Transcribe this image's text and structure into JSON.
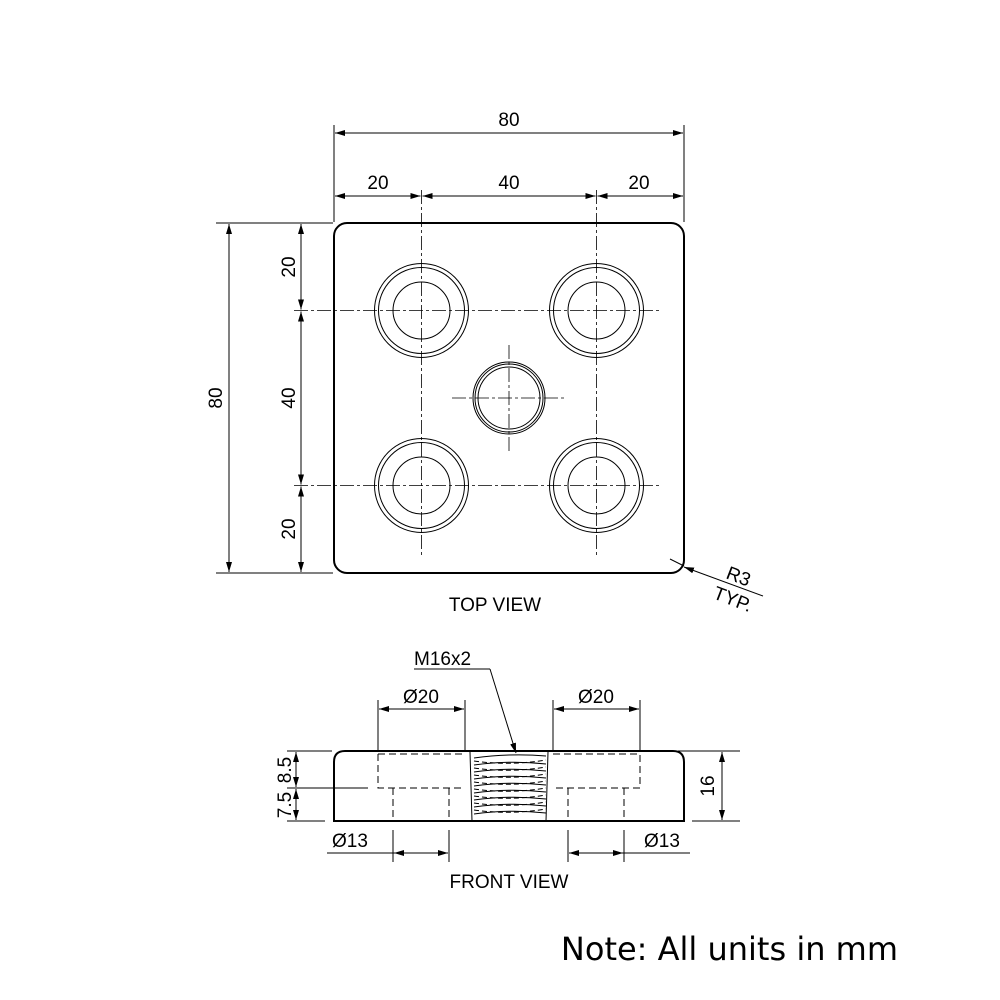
{
  "top_view": {
    "label": "TOP VIEW",
    "dim_overall_width": "80",
    "dim_left": "20",
    "dim_middle": "40",
    "dim_right": "20",
    "dim_overall_height": "80",
    "dim_top": "20",
    "dim_center": "40",
    "dim_bottom": "20",
    "radius_label": "R3",
    "radius_note": "TYP."
  },
  "front_view": {
    "label": "FRONT VIEW",
    "thread_label": "M16x2",
    "counterbore_left": "Ø20",
    "counterbore_right": "Ø20",
    "hole_left": "Ø13",
    "hole_right": "Ø13",
    "depth_upper": "8.5",
    "depth_lower": "7.5",
    "thickness": "16"
  },
  "note": "Note: All units in mm"
}
